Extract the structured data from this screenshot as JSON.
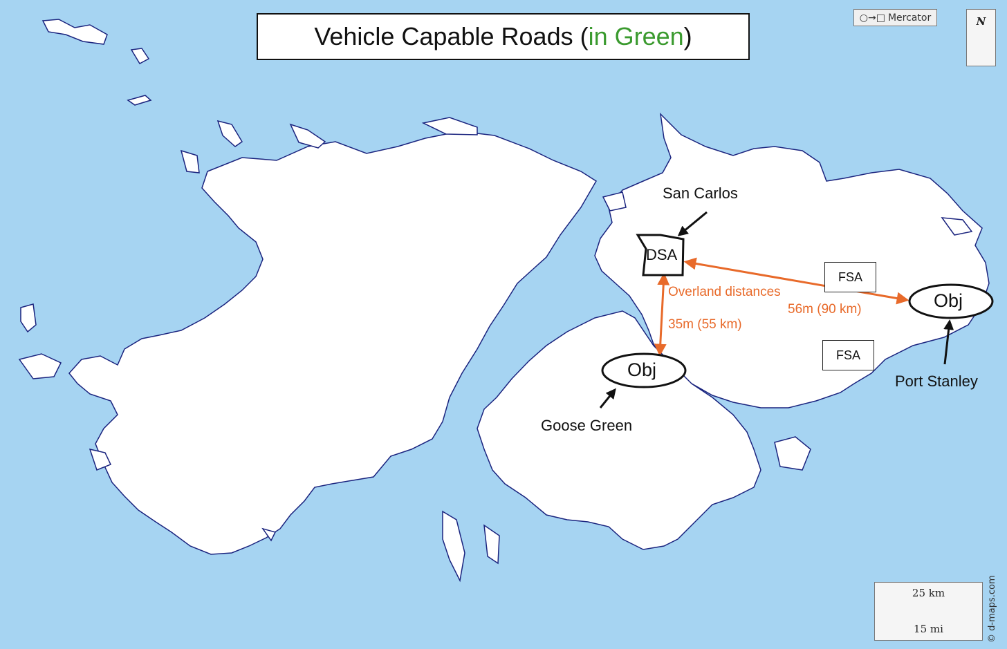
{
  "title": {
    "prefix": "Vehicle Capable Roads (",
    "highlight": "in Green",
    "suffix": ")",
    "highlight_color": "#3a9a2e"
  },
  "projection": {
    "icon": "circle-to-square-icon",
    "label": "Mercator"
  },
  "north": {
    "letter": "N",
    "icon": "north-arrow-icon"
  },
  "scale": {
    "km": "25 km",
    "mi": "15 mi"
  },
  "credit": "© d-maps.com",
  "places": {
    "san_carlos": "San Carlos",
    "goose_green": "Goose Green",
    "port_stanley": "Port Stanley"
  },
  "areas": {
    "dsa": "DSA",
    "fsa_1": "FSA",
    "fsa_2": "FSA",
    "obj_goose_green": "Obj",
    "obj_port_stanley": "Obj"
  },
  "distances": {
    "heading": "Overland distances",
    "to_stanley": "56m (90 km)",
    "to_goose_green": "35m (55 km)"
  },
  "colors": {
    "sea": "#a6d4f2",
    "land": "#ffffff",
    "coast": "#1a237e",
    "route": "#e86a2a"
  }
}
